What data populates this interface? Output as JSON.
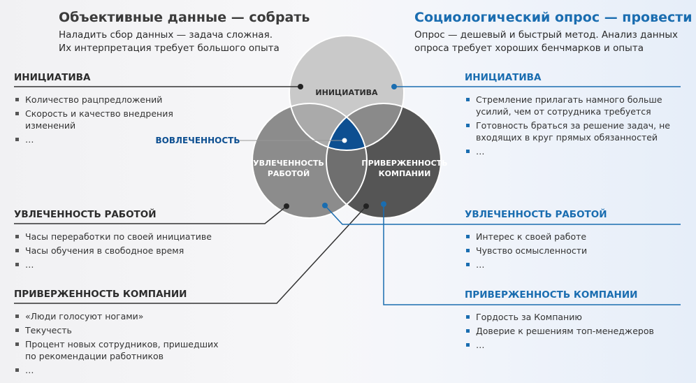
{
  "left": {
    "title": "Объективные данные — собрать",
    "subtitle_1": "Наладить сбор данных — задача сложная.",
    "subtitle_2": "Их интерпретация требует большого опыта",
    "sections": [
      {
        "heading": "ИНИЦИАТИВА",
        "items": [
          "Количество рацпредложений",
          "Скорость и качество внедрения изменений",
          "…"
        ]
      },
      {
        "heading": "УВЛЕЧЕННОСТЬ РАБОТОЙ",
        "items": [
          "Часы переработки по своей инициативе",
          "Часы обучения в свободное время",
          "…"
        ]
      },
      {
        "heading": "ПРИВЕРЖЕННОСТЬ КОМПАНИИ",
        "items": [
          "«Люди голосуют ногами»",
          "Текучесть",
          "Процент новых сотрудников, пришедших по рекомендации работников",
          "…"
        ]
      }
    ]
  },
  "right": {
    "title": "Социологический опрос — провести",
    "subtitle_1": "Опрос — дешевый и быстрый метод. Анализ данных",
    "subtitle_2": "опроса требует хороших бенчмарков и опыта",
    "sections": [
      {
        "heading": "ИНИЦИАТИВА",
        "items": [
          "Стремление прилагать намного больше усилий, чем от сотрудника требуется",
          "Готовность браться за решение задач, не входящих в круг прямых обязанностей",
          "…"
        ]
      },
      {
        "heading": "УВЛЕЧЕННОСТЬ РАБОТОЙ",
        "items": [
          "Интерес к своей работе",
          "Чувство осмысленности",
          "…"
        ]
      },
      {
        "heading": "ПРИВЕРЖЕННОСТЬ КОМПАНИИ",
        "items": [
          "Гордость за Компанию",
          "Доверие к решениям топ-менеджеров",
          "…"
        ]
      }
    ]
  },
  "venn": {
    "top_label": "ИНИЦИАТИВА",
    "left_label_1": "УВЛЕЧЕННОСТЬ",
    "left_label_2": "РАБОТОЙ",
    "right_label_1": "ПРИВЕРЖЕННОСТЬ",
    "right_label_2": "КОМПАНИИ",
    "center_label": "ВОВЛЕЧЕННОСТЬ",
    "colors": {
      "top": "#c9c9c9",
      "left": "#8c8c8c",
      "right": "#555555",
      "overlap_top_left": "#aaaaaa",
      "overlap_top_right": "#8a8a8a",
      "overlap_left_right": "#6f6f6f",
      "center": "#0d4f91"
    }
  },
  "colors": {
    "accent_blue": "#1a6db0",
    "dark_text": "#2c2c2c"
  }
}
